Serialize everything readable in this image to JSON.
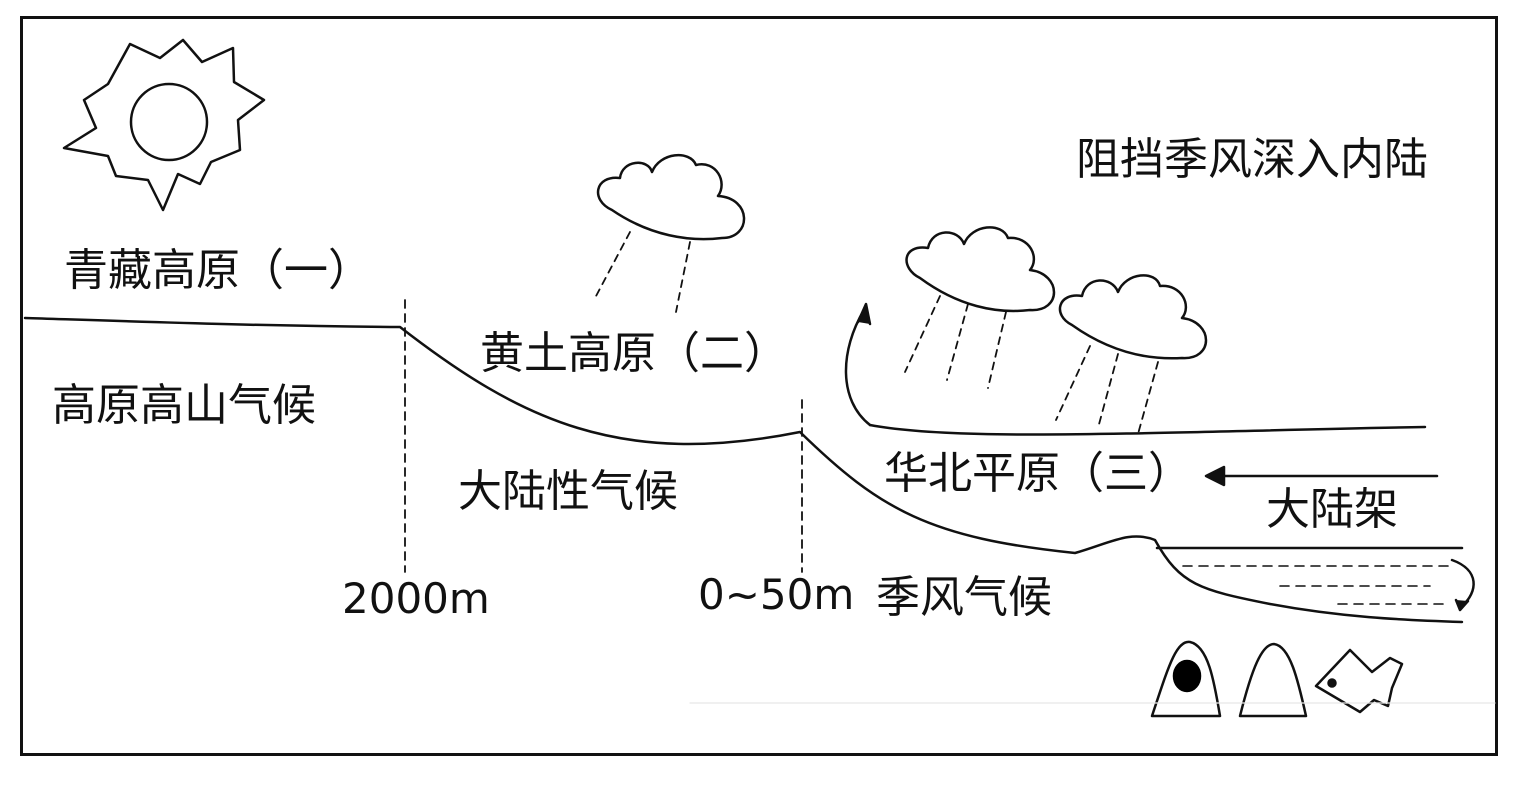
{
  "colors": {
    "line": "#111111",
    "background": "#ffffff",
    "fill_dark": "#000000"
  },
  "labels": {
    "tibet_plateau": "青藏高原（一）",
    "plateau_climate": "高原高山气候",
    "loess_plateau": "黄土高原（二）",
    "continental_climate": "大陆性气候",
    "north_china_plain": "华北平原（三）",
    "monsoon_climate": "季风气候",
    "block_monsoon": "阻挡季风深入内陆",
    "continental_shelf": "大陆架",
    "elevation_2000": "2000m",
    "elevation_0_50": "0~50m"
  },
  "icons": [
    "sun-icon",
    "rain-cloud-icon",
    "arrow-icon",
    "shell-icon",
    "fish-icon"
  ]
}
